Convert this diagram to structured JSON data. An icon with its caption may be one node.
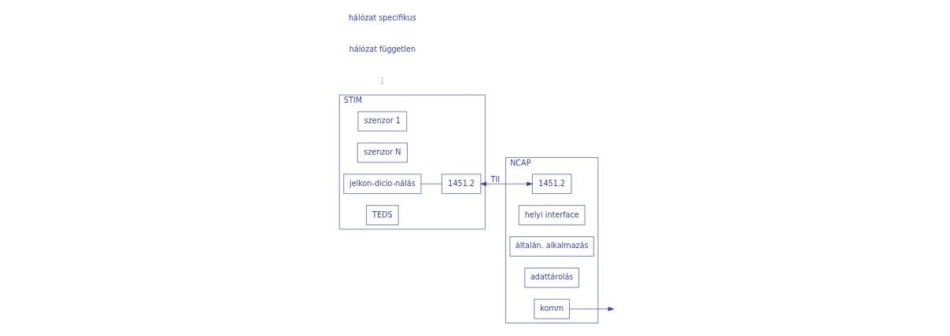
{
  "diagram": {
    "nodes": [
      {
        "text": [
          "STIM"
        ]
      },
      {
        "text": [
          "szenzor 1"
        ],
        "in": 0
      },
      {
        "text": [
          "szenzor N"
        ],
        "in": 0
      },
      {
        "text": [
          "jelkon-dicio-nálás"
        ],
        "in": 0
      },
      {
        "text": [
          "1451.2"
        ],
        "in": 0
      },
      {
        "text": [
          "TEDS"
        ],
        "in": 0
      },
      {
        "text": [
          "NCAP"
        ]
      },
      {
        "text": [
          "1451.2"
        ],
        "in": 6
      },
      {
        "text": [
          "helyi interface"
        ],
        "in": 6
      },
      {
        "text": [
          "általán. alkalmazás"
        ],
        "in": 6
      },
      {
        "text": [
          "adattárolás"
        ],
        "in": 6
      },
      {
        "text": [
          "komm"
        ],
        "in": 6
      }
    ],
    "edges": [
      {
        "from": 3,
        "to": 4,
        "arrow": "none"
      },
      {
        "from": 4,
        "to": 7,
        "arrow": "both",
        "label": "TII"
      },
      {
        "from": 11,
        "to": null,
        "arrow": "to"
      }
    ],
    "labels": [
      "⋮",
      "hálózat független",
      "hálózat specifikus"
    ]
  }
}
